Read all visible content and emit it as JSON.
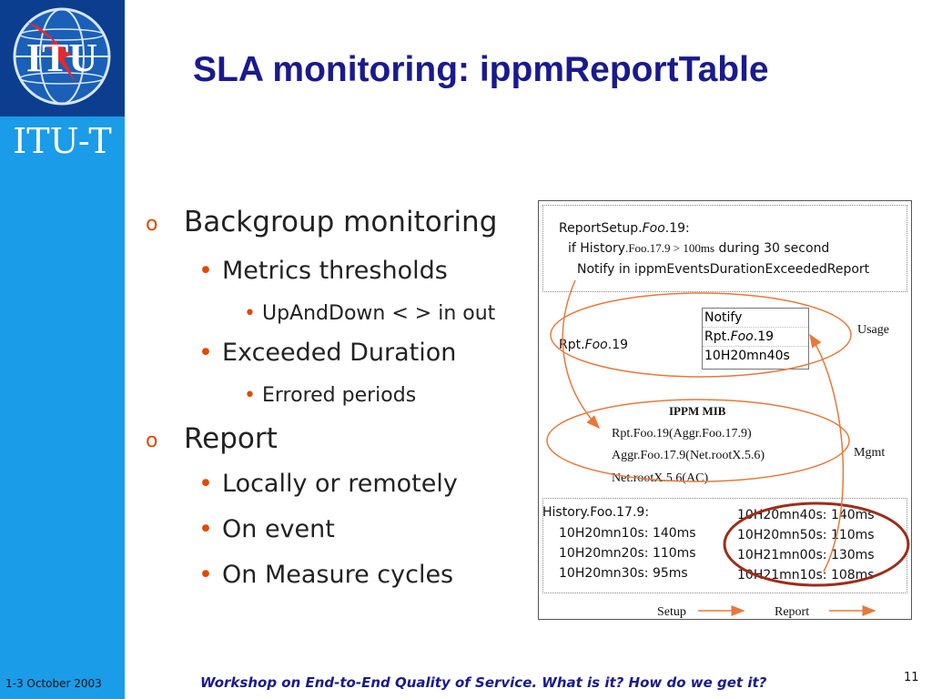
{
  "branding": {
    "logo_text": "ITU",
    "org_label": "ITU-T"
  },
  "slide": {
    "title": "SLA monitoring: ippmReportTable",
    "bullets": {
      "level1_a": "Backgroup monitoring",
      "a_sub1": "Metrics thresholds",
      "a_sub1_item": "UpAndDown < > in out",
      "a_sub2": "Exceeded Duration",
      "a_sub2_item": "Errored periods",
      "level1_b": "Report",
      "b_sub1": "Locally or remotely",
      "b_sub2": "On event",
      "b_sub3": "On Measure cycles"
    },
    "markers": {
      "level1": "o",
      "level2": "•",
      "level3": "•"
    }
  },
  "diagram": {
    "report_setup": {
      "line1_prefix": "ReportSetup.",
      "line1_italic": "Foo",
      "line1_suffix": ".19:",
      "line2_prefix": "if History",
      "line2_serif": ".Foo.17.9 > 100ms",
      "line2_suffix": " during 30 second",
      "line3": "Notify in ippmEventsDurationExceededReport"
    },
    "usage": {
      "label": "Usage",
      "rpt_prefix": "Rpt.",
      "rpt_italic": "Foo",
      "rpt_suffix": ".19",
      "notify_line1": "Notify",
      "notify_line2_prefix": "Rpt.",
      "notify_line2_italic": "Foo",
      "notify_line2_suffix": ".19",
      "notify_line3": "10H20mn40s"
    },
    "mib": {
      "title": "IPPM MIB",
      "mgmt_label": "Mgmt",
      "line1": "Rpt.Foo.19(Aggr.Foo.17.9)",
      "line2": "Aggr.Foo.17.9(Net.rootX.5.6)",
      "line3": "Net.rootX.5.6(AC)"
    },
    "history": {
      "title": "History.Foo.17.9:",
      "left": [
        "10H20mn10s: 140ms",
        "10H20mn20s: 110ms",
        "10H20mn30s: 95ms"
      ],
      "right": [
        "10H20mn40s: 140ms",
        "10H20mn50s: 110ms",
        "10H21mn00s: 130ms",
        "10H21mn10s: 108ms"
      ]
    },
    "legend": {
      "setup": "Setup",
      "report": "Report"
    },
    "colors": {
      "arrow": "#e8783a",
      "ellipse": "#e8783a",
      "highlight_ellipse": "#9b2e1a"
    }
  },
  "footer": {
    "date": "1-3 October 2003",
    "text": "Workshop on End-to-End Quality of Service. What is it? How do we get it?",
    "page_number": "11"
  }
}
